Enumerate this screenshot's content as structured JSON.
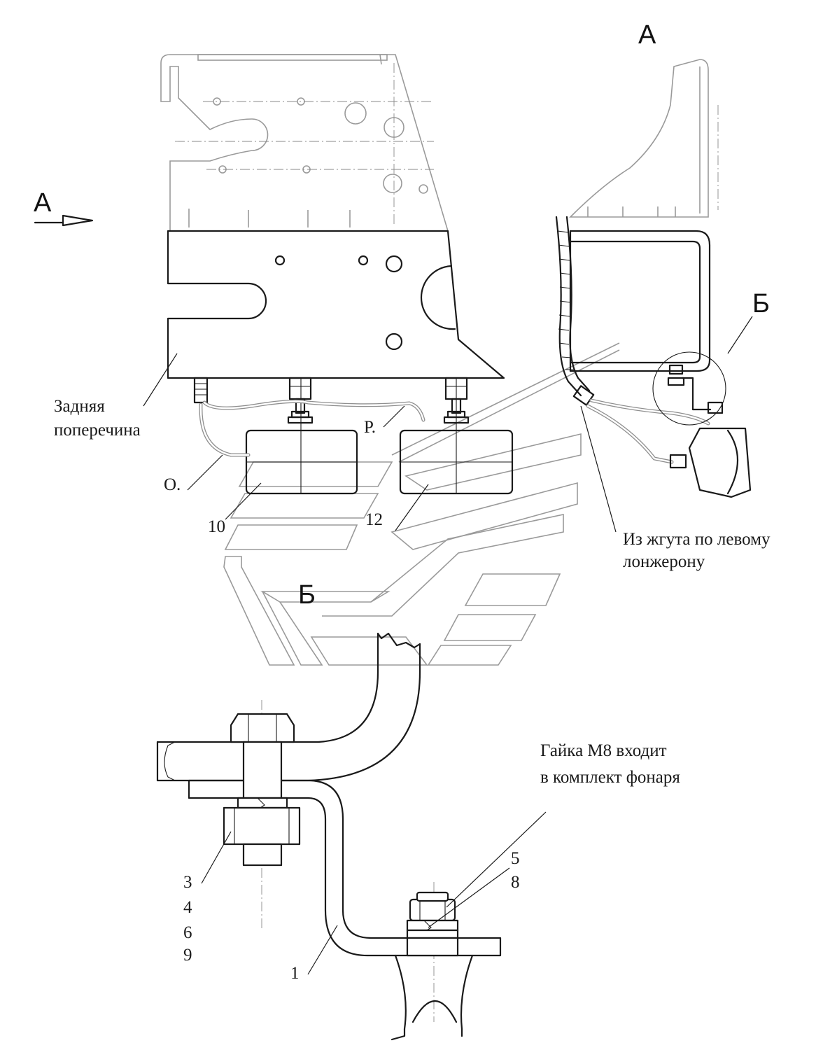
{
  "view_labels": {
    "view_a_arrow": "А",
    "view_a_title": "А",
    "detail_b_callout": "Б",
    "detail_b_title": "Б"
  },
  "notes": {
    "rear_crossmember_line1": "Задняя",
    "rear_crossmember_line2": "поперечина",
    "wire_o": "О.",
    "wire_p": "Р.",
    "harness_line1": "Из жгута по левому",
    "harness_line2": "лонжерону",
    "nut_line1": "Гайка М8 входит",
    "nut_line2": "в комплект фонаря"
  },
  "positions": {
    "p10": "10",
    "p12": "12",
    "p3": "3",
    "p4": "4",
    "p6": "6",
    "p9": "9",
    "p5": "5",
    "p8": "8",
    "p1": "1"
  }
}
